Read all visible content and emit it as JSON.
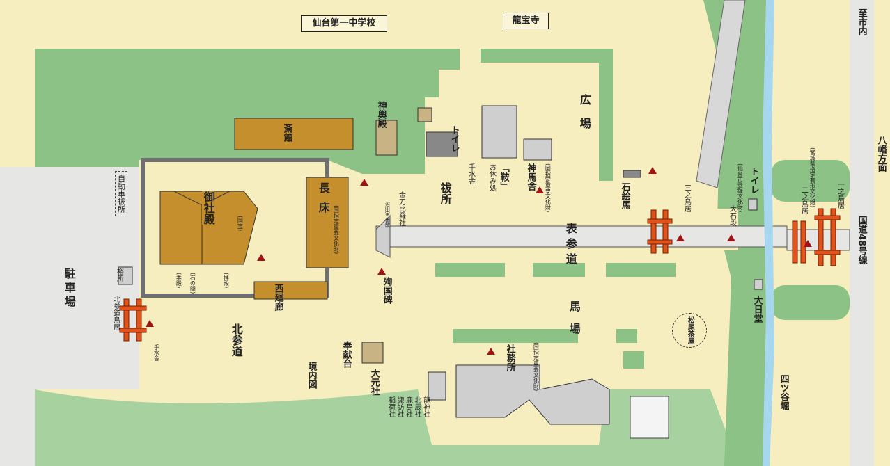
{
  "colors": {
    "ground": "#f7eec0",
    "lawn": "#8cc285",
    "lawn_light": "#a7d2a0",
    "road": "#e6e6e4",
    "river": "#a7d7ee",
    "torii": "#e0541c",
    "shrine_roof": "#c48f2c",
    "building": "#cfcfcf",
    "marker": "#a01418"
  },
  "labels": {
    "school": "仙台第一中学校",
    "ryuhoji": "龍宝寺",
    "mikoshiden": "神輿殿",
    "toilet_north": "トイレ",
    "temizusha_north": "手水舎",
    "oyasumidokoro": "お休み処",
    "hanagura": "「鞍」",
    "jinmesha": "神馬舎",
    "jinmesha_note": "(国指定重要文化財)",
    "hiroba": "広場",
    "ishiema": "石絵馬",
    "saikanjo": "斎館",
    "honsha": "御社殿",
    "honsha_note": "(国宝)",
    "honden": "(本殿)",
    "ishinoma": "(石の間)",
    "haiden": "(拝殿)",
    "chosho": "長床",
    "chosho_note": "(国指定重要文化財)",
    "nishikairo": "西廻廊",
    "kagurasho": "祓所",
    "kanahira": "金刀比羅社",
    "kanahira_note": "沼田家 書館",
    "junshihi": "殉国碑",
    "omote_sando": "表参道",
    "sannotorii": "三之鳥居",
    "ootourou": "大石段",
    "ootourou_note": "(仙台市登録文化財)",
    "toilet_east": "トイレ",
    "ninotorii": "二之鳥居",
    "ninotorii_note": "(宮城県指定有形文化財)",
    "ichinotorii": "一之鳥居",
    "dainichido": "大日堂",
    "baba": "馬場",
    "shamusho": "社務所",
    "shamusho_note": "(国指定重要文化財)",
    "matsuo_chaya": "松尾茶屋",
    "yotsuyabori": "四ツ谷堀",
    "kokudo": "国道48号線",
    "hachiman": "八幡方面",
    "shinai": "至市内",
    "parking": "駐車場",
    "kita_sando": "北参道",
    "kita_torii": "北参道鳥居",
    "temizusha_west": "手水舎",
    "keidaizu": "境内図",
    "hounoudai": "奉献台",
    "omotosha": "大元社",
    "jidosha": "自動車祓所",
    "sekisho": "裕所",
    "massha": [
      "稲荷社",
      "諏訪社",
      "鹿島社",
      "北辰社",
      "龍神社"
    ]
  }
}
